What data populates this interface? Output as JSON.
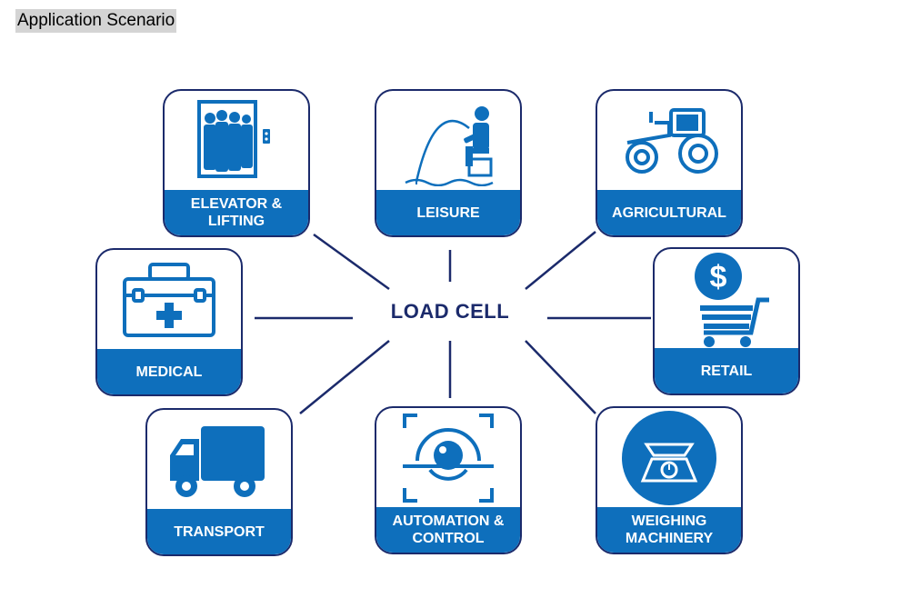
{
  "heading": "Application Scenario",
  "center": "LOAD CELL",
  "colors": {
    "brand_blue": "#0e6fbc",
    "navy": "#1b2a6b"
  },
  "cards": [
    {
      "label": "ELEVATOR & LIFTING",
      "icon": "elevator-icon"
    },
    {
      "label": "LEISURE",
      "icon": "fishing-icon"
    },
    {
      "label": "AGRICULTURAL",
      "icon": "tractor-icon"
    },
    {
      "label": "MEDICAL",
      "icon": "medical-kit-icon"
    },
    {
      "label": "RETAIL",
      "icon": "shopping-cart-icon"
    },
    {
      "label": "TRANSPORT",
      "icon": "truck-icon"
    },
    {
      "label": "AUTOMATION & CONTROL",
      "icon": "eye-scan-icon"
    },
    {
      "label": "WEIGHING MACHINERY",
      "icon": "scale-icon"
    }
  ]
}
